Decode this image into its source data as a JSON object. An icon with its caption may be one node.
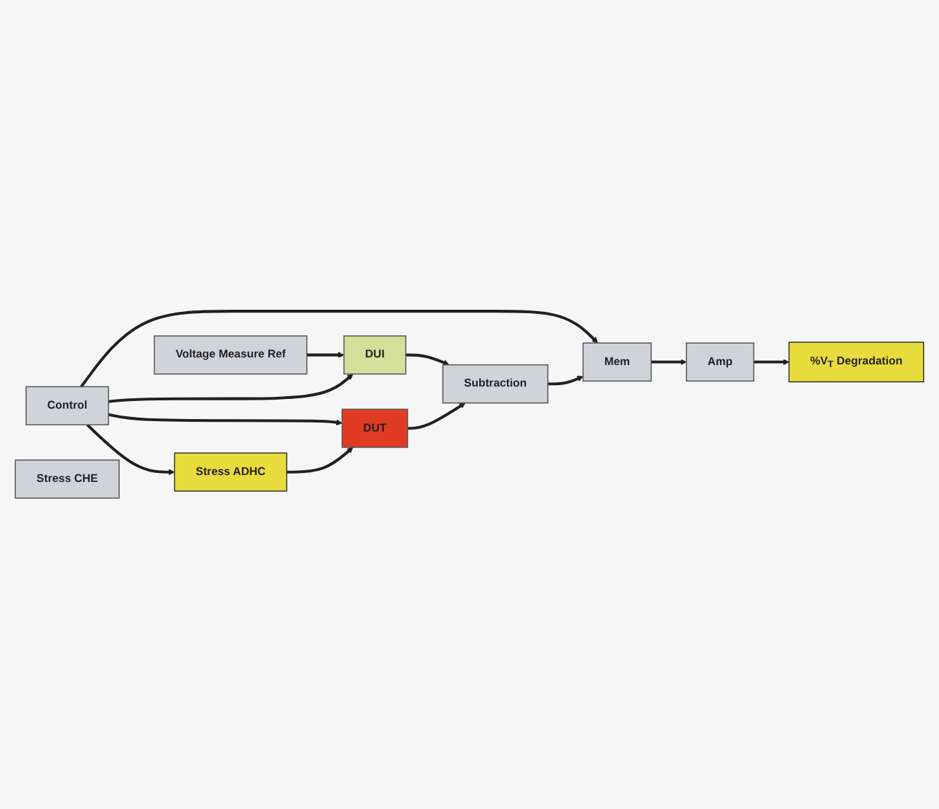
{
  "diagram": {
    "nodes": [
      {
        "text": [
          "Voltage Measure Ref"
        ]
      },
      {
        "text": [
          "Control"
        ]
      },
      {
        "text": [
          "DUI"
        ]
      },
      {
        "text": [
          "DUT"
        ]
      },
      {
        "text": [
          "Subtraction"
        ]
      },
      {
        "text": [
          "Mem"
        ]
      },
      {
        "text": [
          "Amp"
        ]
      },
      {
        "text": [
          "%V$_{T}$ Degradation"
        ]
      },
      {
        "text": [
          "Stress ADHC"
        ]
      },
      {
        "text": [
          "Stress CHE"
        ]
      }
    ],
    "edges": [
      {
        "from": 1,
        "to": 5,
        "arrow": "to"
      },
      {
        "from": 0,
        "to": 2,
        "arrow": "to"
      },
      {
        "from": 1,
        "to": 2,
        "arrow": "to"
      },
      {
        "from": 1,
        "to": 3,
        "arrow": "to"
      },
      {
        "from": 1,
        "to": 8,
        "arrow": "to"
      },
      {
        "from": 2,
        "to": 4,
        "arrow": "to"
      },
      {
        "from": 3,
        "to": 4,
        "arrow": "to"
      },
      {
        "from": 4,
        "to": 5,
        "arrow": "to"
      },
      {
        "from": 5,
        "to": 6,
        "arrow": "to"
      },
      {
        "from": 6,
        "to": 7,
        "arrow": "to"
      },
      {
        "from": 8,
        "to": 3,
        "arrow": "to"
      }
    ]
  }
}
